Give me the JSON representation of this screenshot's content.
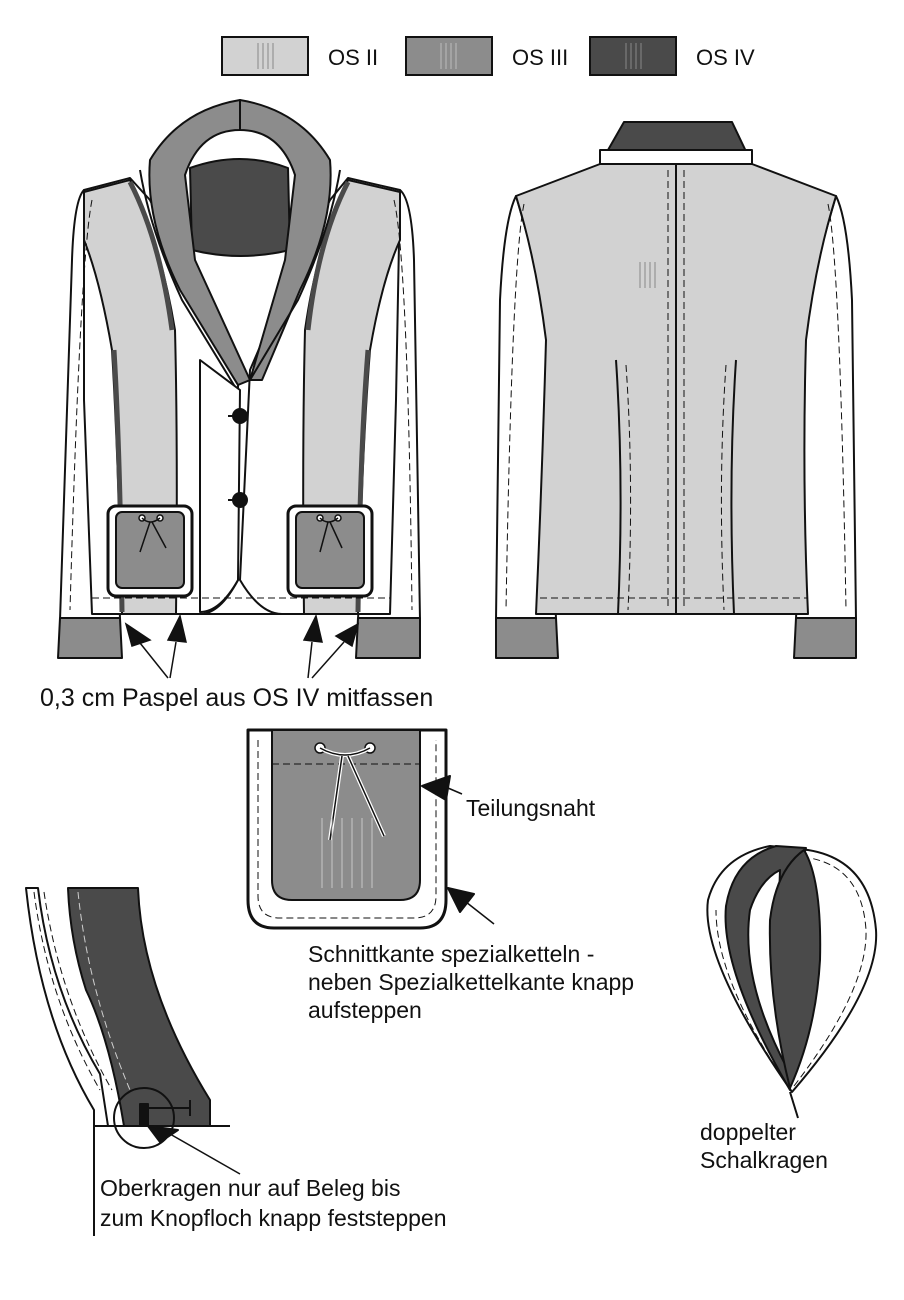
{
  "colors": {
    "os2": "#d2d2d2",
    "os3": "#8c8c8c",
    "os4": "#4a4a4a",
    "outline": "#111111",
    "paper": "#ffffff"
  },
  "legend": [
    {
      "id": "os2",
      "label": "OS II",
      "color": "#d2d2d2"
    },
    {
      "id": "os3",
      "label": "OS III",
      "color": "#8c8c8c"
    },
    {
      "id": "os4",
      "label": "OS IV",
      "color": "#4a4a4a"
    }
  ],
  "annotations": {
    "piping": "0,3 cm Paspel aus OS IV mitfassen",
    "seam": "Teilungsnaht",
    "edge_line1": "Schnittkante spezialketteln -",
    "edge_line2": "neben Spezialkettelkante knapp",
    "edge_line3": "aufsteppen",
    "collar_line1": "Oberkragen nur auf Beleg bis",
    "collar_line2": "zum Knopfloch knapp feststeppen",
    "shawl_line1": "doppelter",
    "shawl_line2": "Schalkragen"
  },
  "icons": [
    "stripe-swatch-icon",
    "arrow-pointer-icon",
    "button-icon",
    "drawstring-icon"
  ]
}
